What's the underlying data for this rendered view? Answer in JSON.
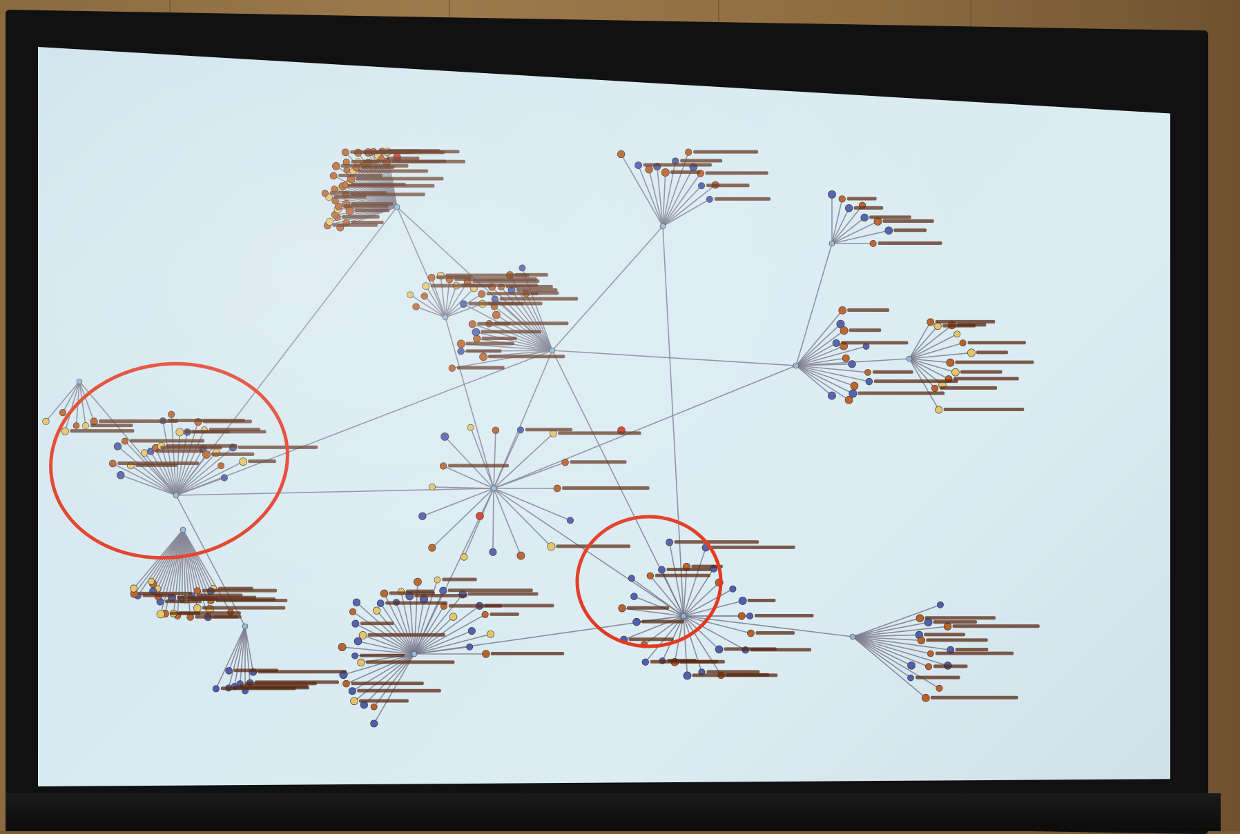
{
  "palette": {
    "node_orange": "#b8622a",
    "node_blue": "#4d5fb0",
    "node_yellow": "#e2c46a",
    "node_red": "#d13b26",
    "edge": "#7c7a8c",
    "highlight": "#e23a22",
    "label": "#5a2812"
  },
  "diagram": {
    "hubs": [
      {
        "id": "top",
        "fan": 40,
        "radius": 95,
        "start": 160,
        "end": 260,
        "mix": [
          "orange",
          "orange",
          "orange",
          "yellow"
        ]
      },
      {
        "id": "midtop",
        "fan": 12,
        "radius": 55,
        "start": 200,
        "end": 340,
        "mix": [
          "orange",
          "yellow"
        ]
      },
      {
        "id": "right1",
        "fan": 12,
        "radius": 110,
        "start": 240,
        "end": 330,
        "mix": [
          "orange",
          "blue"
        ]
      },
      {
        "id": "rightsmall",
        "fan": 8,
        "radius": 75,
        "start": 270,
        "end": 360,
        "mix": [
          "blue",
          "orange"
        ]
      },
      {
        "id": "center",
        "fan": 18,
        "radius": 130,
        "start": 170,
        "end": 250,
        "mix": [
          "orange",
          "orange",
          "blue"
        ]
      },
      {
        "id": "mid",
        "fan": 16,
        "radius": 110,
        "start": 0,
        "end": 340,
        "mix": [
          "orange",
          "blue",
          "yellow"
        ]
      },
      {
        "id": "leftc",
        "fan": 22,
        "radius": 105,
        "start": 200,
        "end": 340,
        "mix": [
          "blue",
          "orange",
          "yellow"
        ]
      },
      {
        "id": "leftlow",
        "fan": 26,
        "radius": 120,
        "start": 60,
        "end": 130,
        "mix": [
          "orange",
          "yellow",
          "blue"
        ]
      },
      {
        "id": "bottomleft",
        "fan": 34,
        "radius": 105,
        "start": 120,
        "end": 360,
        "mix": [
          "blue",
          "orange",
          "blue",
          "yellow"
        ]
      },
      {
        "id": "bottomright",
        "fan": 26,
        "radius": 95,
        "start": 0,
        "end": 360,
        "mix": [
          "blue",
          "orange",
          "blue"
        ]
      },
      {
        "id": "farright",
        "fan": 12,
        "radius": 80,
        "start": 300,
        "end": 420,
        "mix": [
          "orange",
          "yellow"
        ]
      },
      {
        "id": "right2",
        "fan": 14,
        "radius": 95,
        "start": 310,
        "end": 400,
        "mix": [
          "orange",
          "blue"
        ]
      },
      {
        "id": "bottomfar",
        "fan": 14,
        "radius": 130,
        "start": 340,
        "end": 400,
        "mix": [
          "blue",
          "orange"
        ]
      },
      {
        "id": "lowhub",
        "fan": 8,
        "radius": 90,
        "start": 80,
        "end": 115,
        "mix": [
          "blue"
        ]
      },
      {
        "id": "leftedge",
        "fan": 6,
        "radius": 70,
        "start": 70,
        "end": 130,
        "mix": [
          "orange",
          "yellow"
        ]
      }
    ],
    "highlights": [
      {
        "id": "left-cluster-highlight"
      },
      {
        "id": "bottom-center-highlight"
      }
    ]
  }
}
